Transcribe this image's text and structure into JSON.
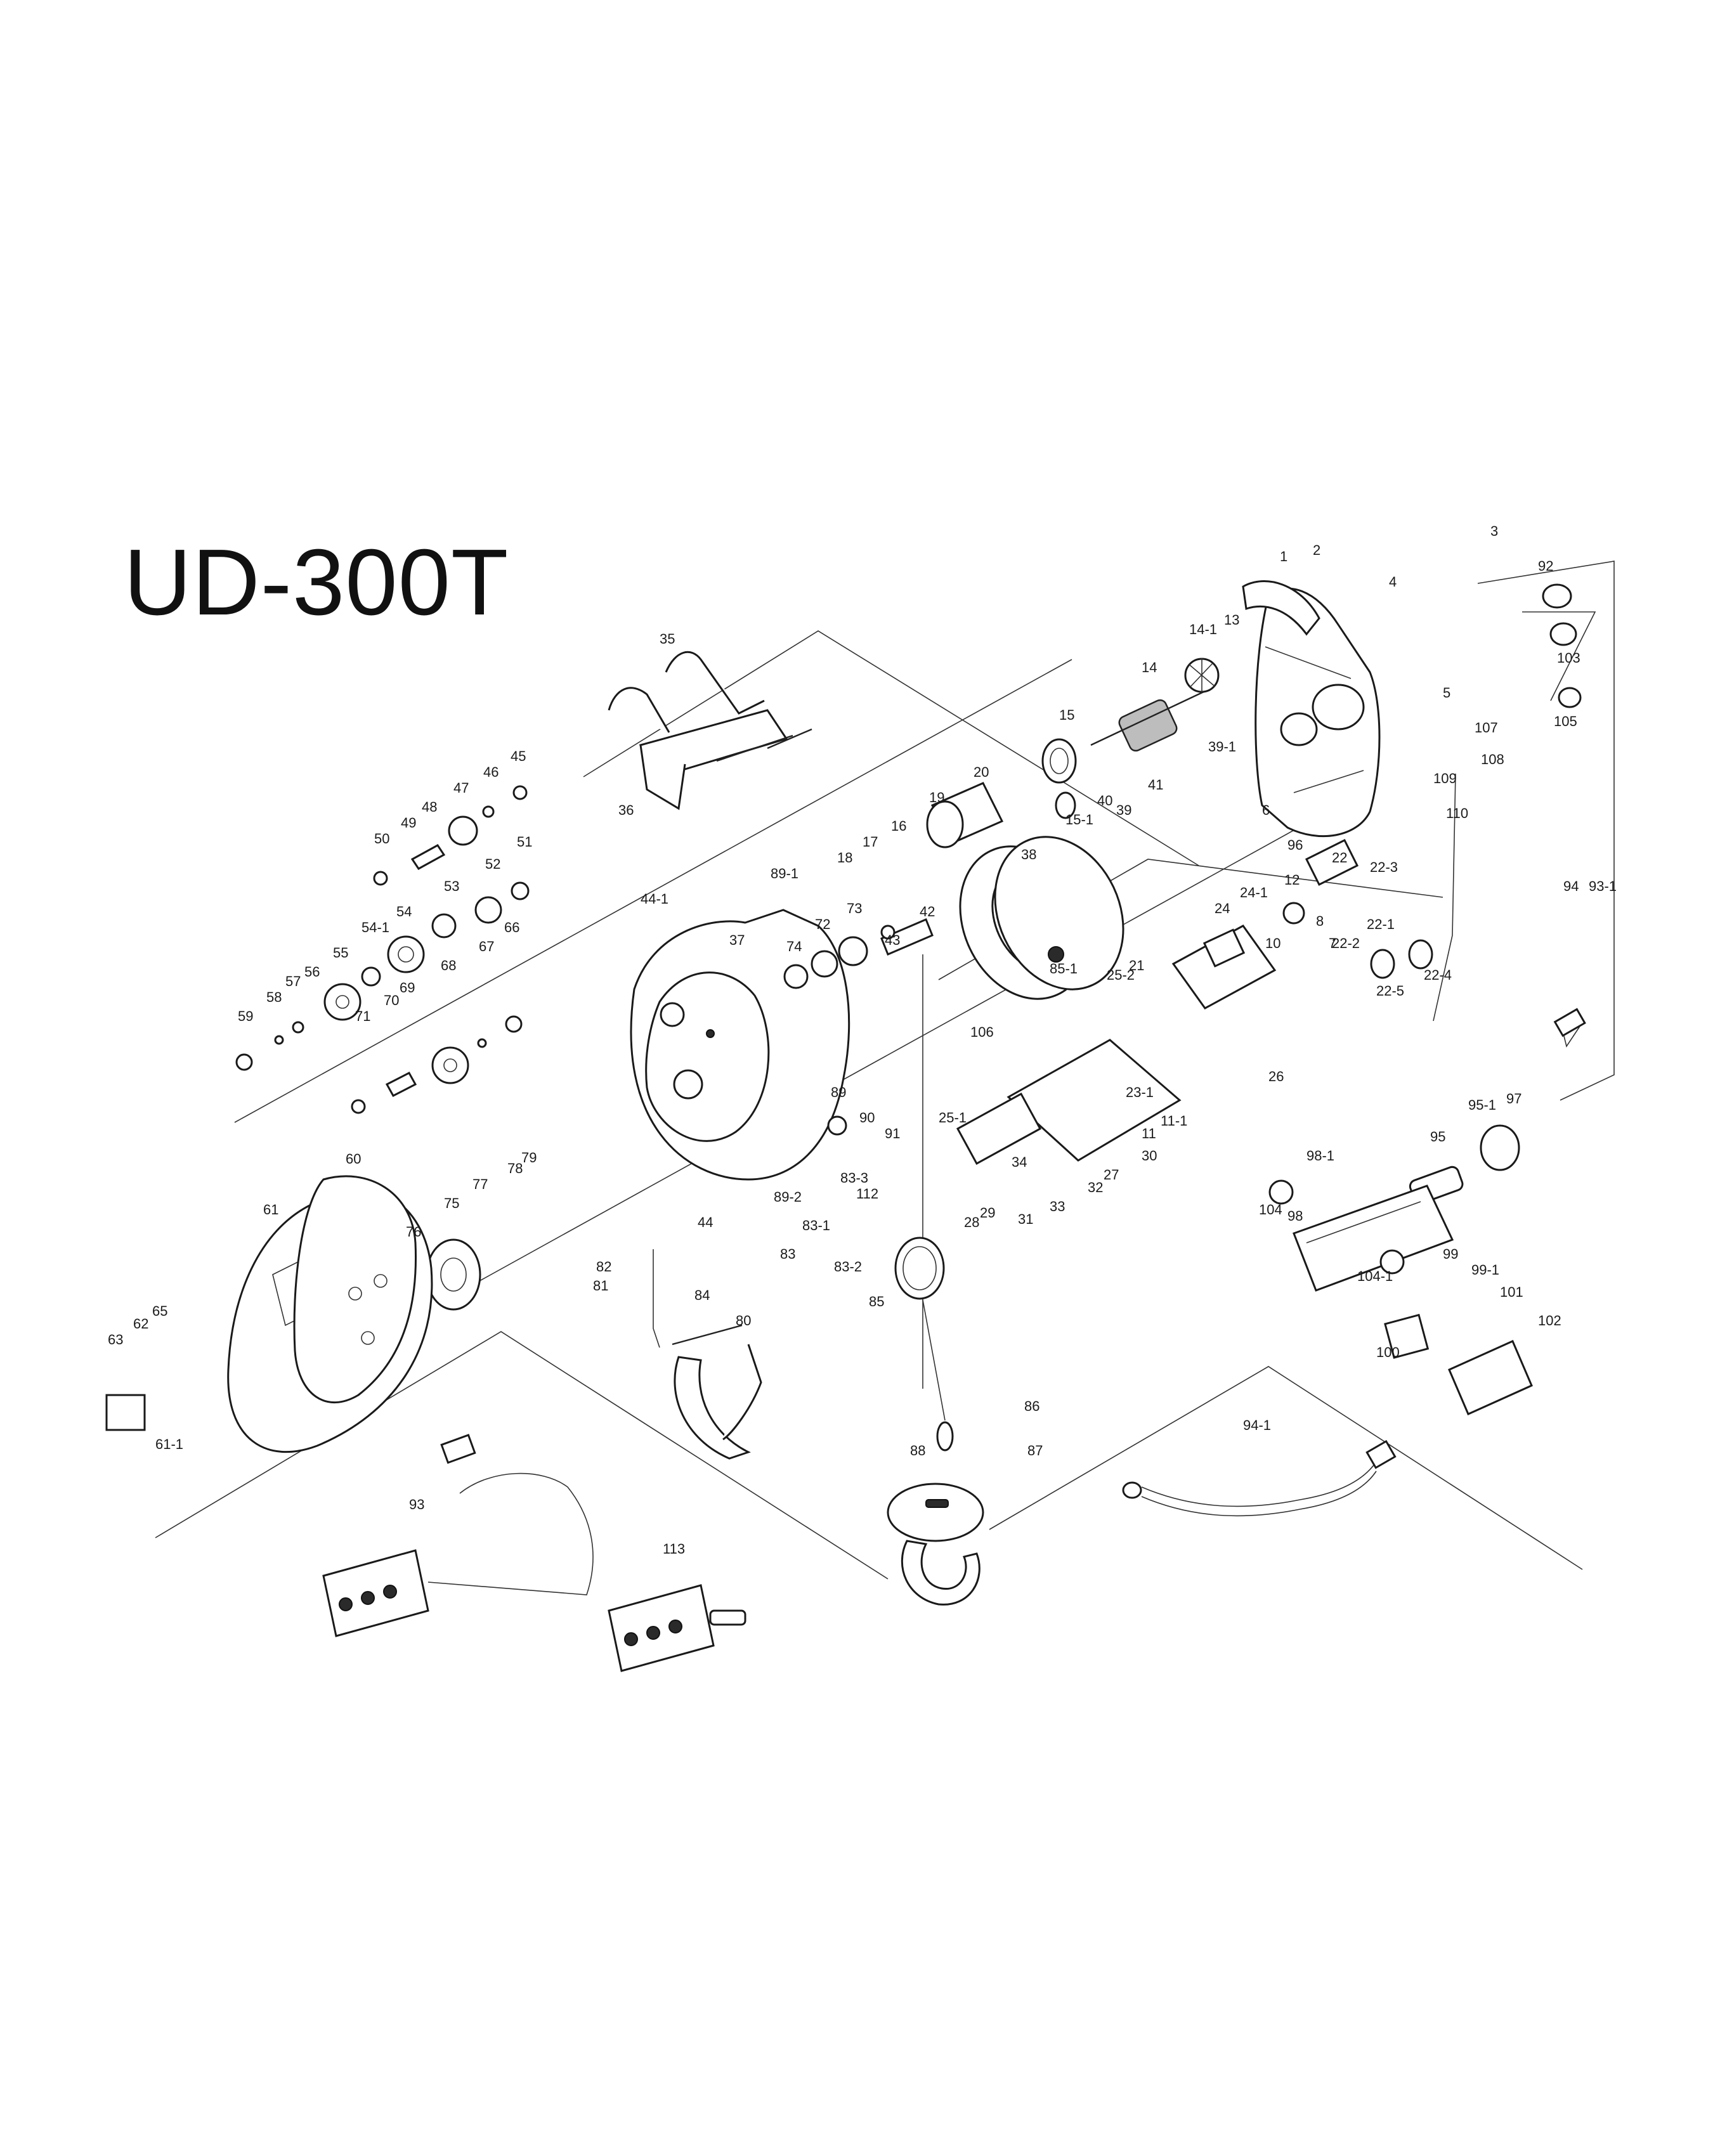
{
  "title": "UD-300T",
  "colors": {
    "ink": "#1a1a1a",
    "background": "#ffffff"
  },
  "part_labels": [
    "1",
    "2",
    "3",
    "4",
    "5",
    "6",
    "7",
    "8",
    "10",
    "11",
    "11-1",
    "12",
    "13",
    "14",
    "14-1",
    "15",
    "15-1",
    "16",
    "17",
    "18",
    "19",
    "20",
    "21",
    "22",
    "22-1",
    "22-2",
    "22-3",
    "22-4",
    "22-5",
    "23-1",
    "24",
    "24-1",
    "25-1",
    "25-2",
    "26",
    "27",
    "28",
    "29",
    "30",
    "31",
    "32",
    "33",
    "34",
    "35",
    "36",
    "37",
    "38",
    "39",
    "39-1",
    "40",
    "41",
    "42",
    "43",
    "44",
    "44-1",
    "45",
    "46",
    "47",
    "48",
    "49",
    "50",
    "51",
    "52",
    "53",
    "54",
    "54-1",
    "55",
    "56",
    "57",
    "58",
    "59",
    "60",
    "61",
    "61-1",
    "62",
    "63",
    "65",
    "66",
    "67",
    "68",
    "69",
    "70",
    "71",
    "72",
    "73",
    "74",
    "75",
    "76",
    "77",
    "78",
    "79",
    "80",
    "81",
    "82",
    "83",
    "83-1",
    "83-2",
    "83-3",
    "84",
    "85",
    "85-1",
    "86",
    "87",
    "88",
    "89",
    "89-1",
    "89-2",
    "90",
    "91",
    "92",
    "93",
    "93-1",
    "94",
    "94-1",
    "95",
    "95-1",
    "96",
    "97",
    "98",
    "98-1",
    "99",
    "99-1",
    "100",
    "101",
    "102",
    "103",
    "104",
    "104-1",
    "105",
    "106",
    "107",
    "108",
    "109",
    "110",
    "112",
    "113"
  ]
}
